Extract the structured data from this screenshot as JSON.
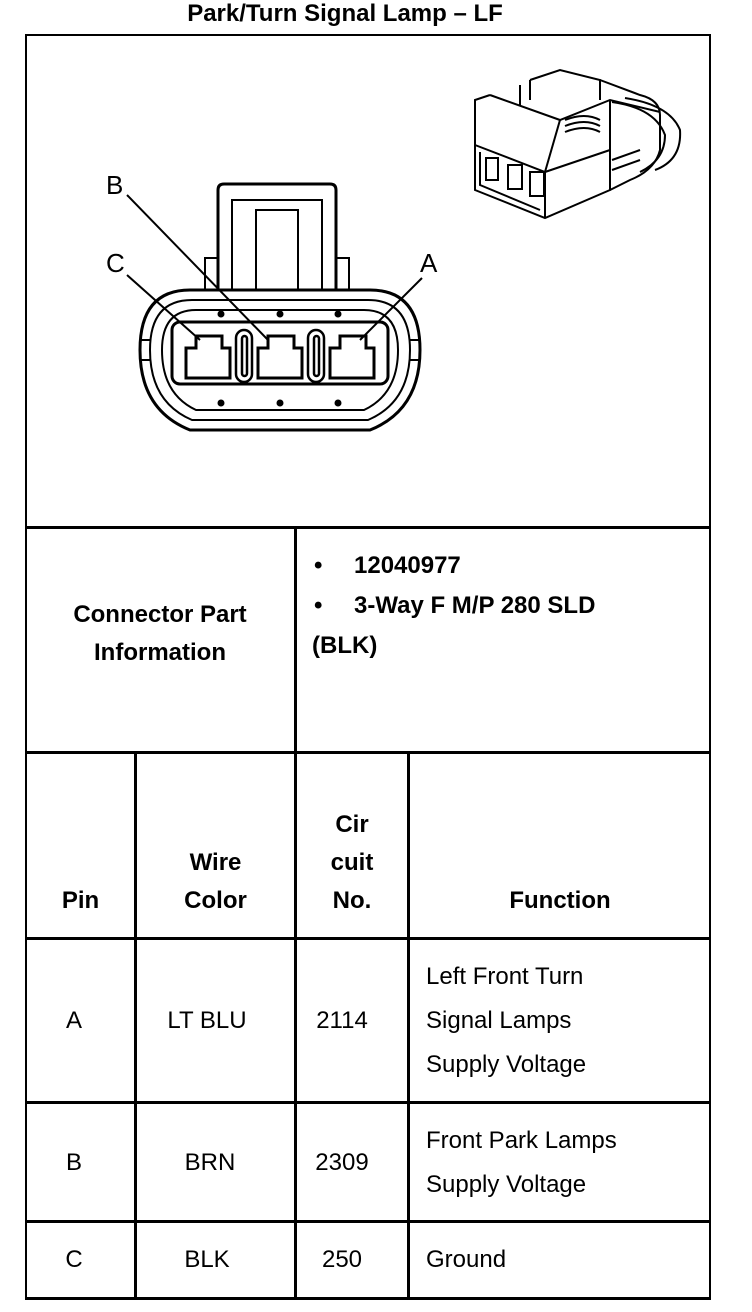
{
  "title": "Park/Turn Signal Lamp – LF",
  "pin_labels": {
    "a": "A",
    "b": "B",
    "c": "C"
  },
  "connector_info": {
    "label_line1": "Connector Part",
    "label_line2": "Information",
    "bullet": "•",
    "part_number": "12040977",
    "description_line1": "3-Way F M/P 280 SLD",
    "description_line2": "(BLK)"
  },
  "table": {
    "headers": {
      "pin": "Pin",
      "wire_color_1": "Wire",
      "wire_color_2": "Color",
      "circuit_1": "Cir",
      "circuit_2": "cuit",
      "circuit_3": "No.",
      "function": "Function"
    },
    "rows": [
      {
        "pin": "A",
        "wire_color": "LT BLU",
        "circuit": "2114",
        "function_lines": [
          "Left Front Turn",
          "Signal Lamps",
          "Supply Voltage"
        ]
      },
      {
        "pin": "B",
        "wire_color": "BRN",
        "circuit": "2309",
        "function_lines": [
          "Front Park Lamps",
          "Supply Voltage"
        ]
      },
      {
        "pin": "C",
        "wire_color": "BLK",
        "circuit": "250",
        "function_lines": [
          "Ground"
        ]
      }
    ]
  }
}
